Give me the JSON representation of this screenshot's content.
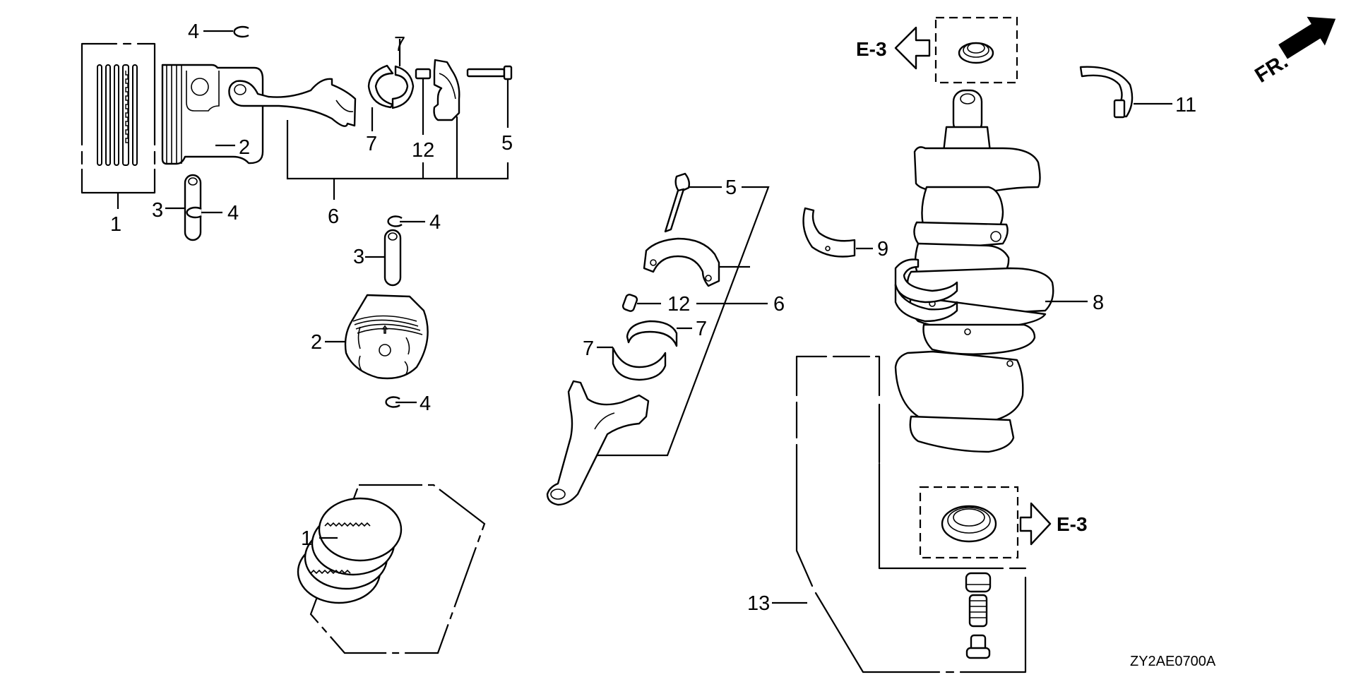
{
  "diagram": {
    "title_code": "ZY2AE0700A",
    "front_indicator": "FR.",
    "reference_top": "E-3",
    "reference_bottom": "E-3",
    "callouts": {
      "piston_ring_set_a": "1",
      "piston_ring_set_b": "1",
      "piston_a": "2",
      "piston_b": "2",
      "piston_pin_a": "3",
      "piston_pin_b": "3",
      "pin_clip_a_top": "4",
      "pin_clip_a_bottom": "4",
      "pin_clip_b_top": "4",
      "pin_clip_b_bottom": "4",
      "conrod_bolt_a": "5",
      "conrod_bolt_b": "5",
      "conrod_assembly_a": "6",
      "conrod_assembly_b": "6",
      "conrod_bearing_a_upper": "7",
      "conrod_bearing_a_lower": "7",
      "conrod_bearing_b_upper": "7",
      "conrod_bearing_b_lower": "7",
      "crankshaft": "8",
      "main_bearing": "9",
      "thrust_bearing": "11",
      "dowel_pin_a": "12",
      "dowel_pin_b": "12",
      "relief_valve_kit": "13"
    }
  }
}
